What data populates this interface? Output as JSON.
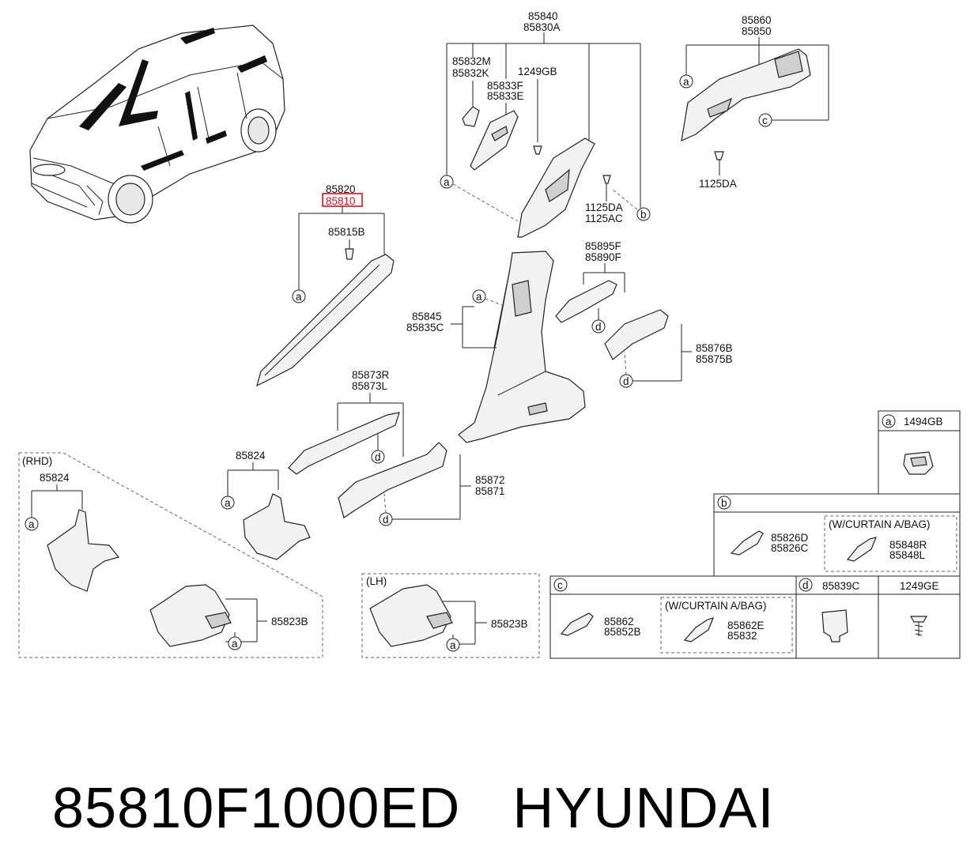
{
  "labels": {
    "p85820": "85820",
    "p85810": "85810",
    "p85815b": "85815B",
    "p85840": "85840",
    "p85830a": "85830A",
    "p85832m": "85832M",
    "p85832k": "85832K",
    "p1249gb": "1249GB",
    "p85833f": "85833F",
    "p85833e": "85833E",
    "p1125da_a": "1125DA",
    "p1125ac": "1125AC",
    "p85860": "85860",
    "p85850": "85850",
    "p1125da_b": "1125DA",
    "p85895f": "85895F",
    "p85890f": "85890F",
    "p85845": "85845",
    "p85835c": "85835C",
    "p85876b": "85876B",
    "p85875b": "85875B",
    "p85873r": "85873R",
    "p85873l": "85873L",
    "p85824_a": "85824",
    "p85872": "85872",
    "p85871": "85871",
    "rhd": "(RHD)",
    "p85824_b": "85824",
    "p85823b_a": "85823B",
    "lh": "(LH)",
    "p85823b_b": "85823B",
    "p1494gb": "1494GB",
    "p85826d": "85826D",
    "p85826c": "85826C",
    "curtain1": "(W/CURTAIN A/BAG)",
    "p85848r": "85848R",
    "p85848l": "85848L",
    "p85862": "85862",
    "p85852b": "85852B",
    "curtain2": "(W/CURTAIN A/BAG)",
    "p85862e": "85862E",
    "p85832": "85832",
    "p85839c": "85839C",
    "p1249ge": "1249GE"
  },
  "callouts": {
    "a": "a",
    "b": "b",
    "c": "c",
    "d": "d"
  },
  "footer": {
    "part_number": "85810F1000ED",
    "brand": "HYUNDAI"
  },
  "colors": {
    "highlight": "#d9141b"
  }
}
